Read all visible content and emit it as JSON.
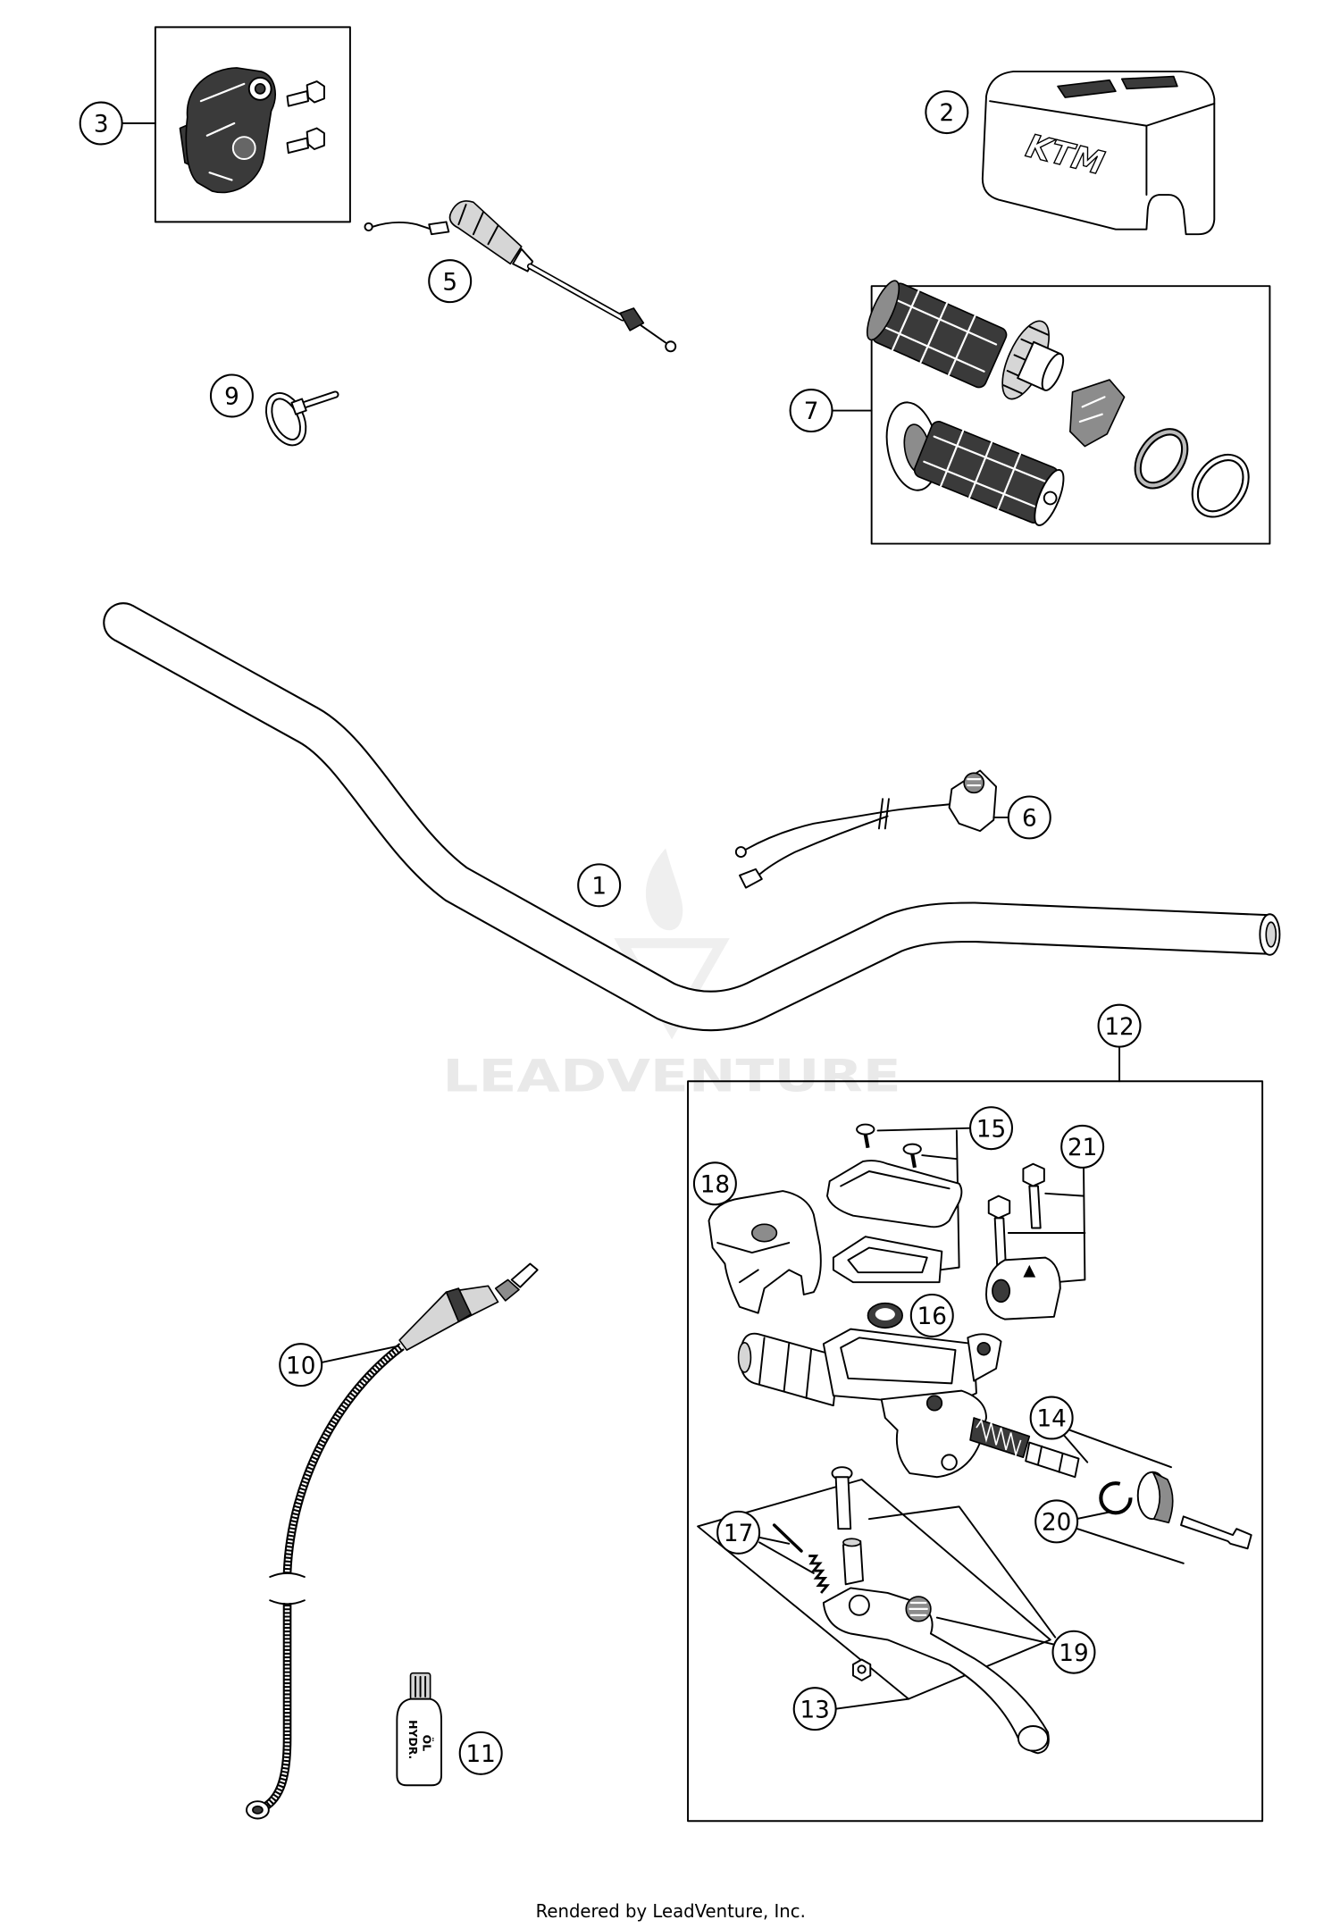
{
  "diagram": {
    "callouts": [
      "1",
      "2",
      "3",
      "5",
      "6",
      "7",
      "9",
      "10",
      "11",
      "12",
      "13",
      "14",
      "15",
      "16",
      "17",
      "18",
      "19",
      "20",
      "21"
    ],
    "part_labels": {
      "bar_pad_logo": "KTM",
      "oil_bottle_line1": "HYDR.",
      "oil_bottle_line2": "ÖL"
    },
    "watermark": "LEADVENTURE",
    "footer": "Rendered by LeadVenture, Inc.",
    "colors": {
      "line": "#000000",
      "watermark": "#e9e9e9"
    }
  }
}
